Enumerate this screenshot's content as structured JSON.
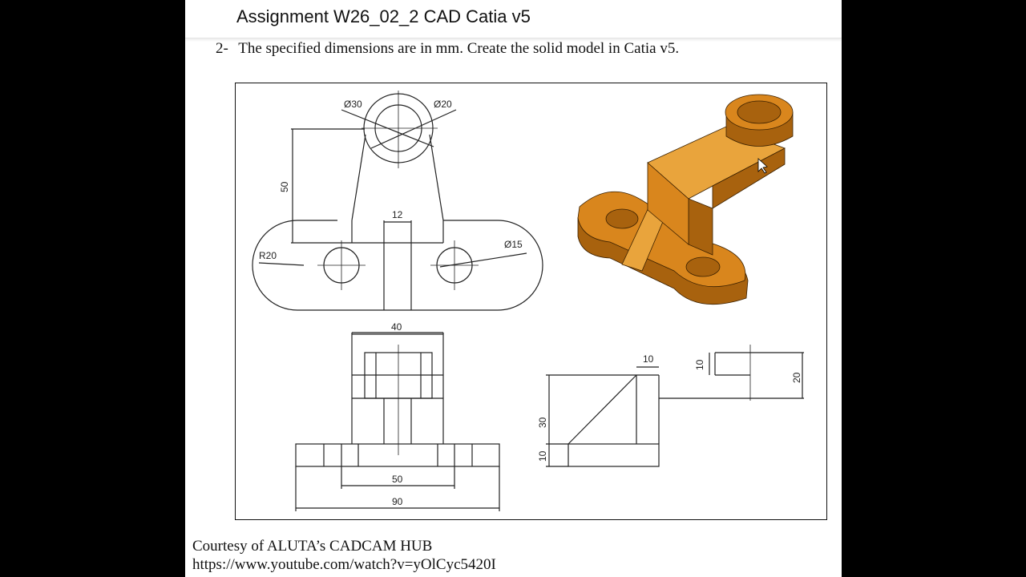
{
  "title": "Assignment W26_02_2 CAD Catia v5",
  "task": {
    "number": "2-",
    "text": "The specified dimensions are in mm. Create the solid model in Catia v5."
  },
  "drawing": {
    "dims": {
      "d30": "Ø30",
      "d20": "Ø20",
      "h50": "50",
      "w12": "12",
      "r20": "R20",
      "d15": "Ø15",
      "w40": "40",
      "w50": "50",
      "w90": "90",
      "s10a": "10",
      "s10b": "10",
      "s20": "20",
      "s30": "30",
      "s10c": "10"
    },
    "colors": {
      "model_main": "#d9861d",
      "model_dark": "#a8620e",
      "model_light": "#e9a43c",
      "line": "#222222"
    }
  },
  "credit": {
    "line1": "Courtesy of ALUTA’s CADCAM HUB",
    "line2": "https://www.youtube.com/watch?v=yOlCyc5420I"
  }
}
